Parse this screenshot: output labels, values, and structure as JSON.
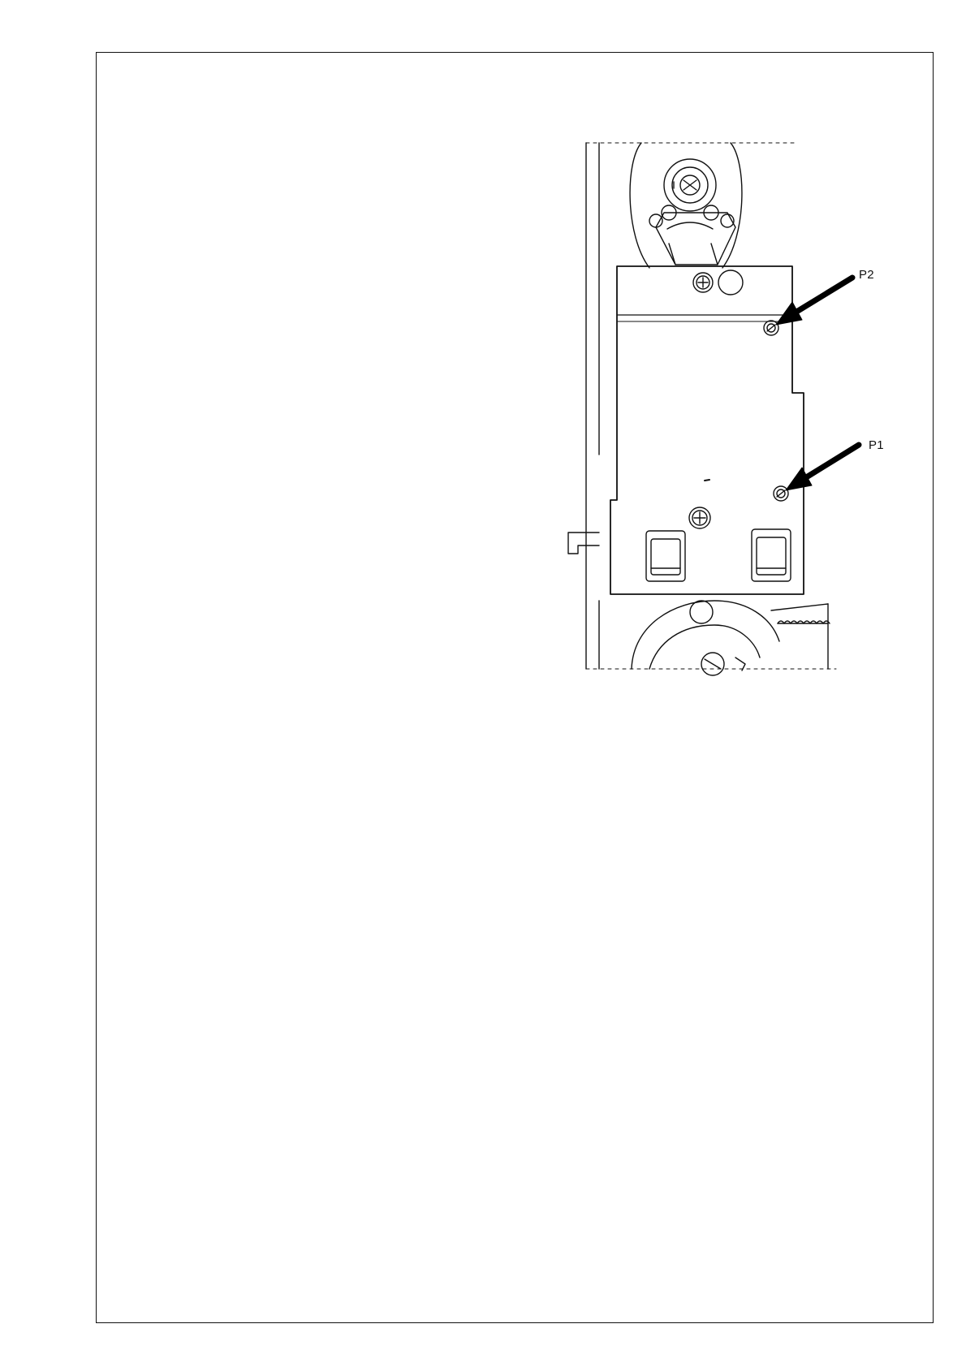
{
  "diagram": {
    "callouts": [
      {
        "id": "p2",
        "label": "P2"
      },
      {
        "id": "p1",
        "label": "P1"
      }
    ]
  },
  "colors": {
    "ink": "#111111",
    "paper": "#ffffff",
    "accent": "#000000"
  }
}
